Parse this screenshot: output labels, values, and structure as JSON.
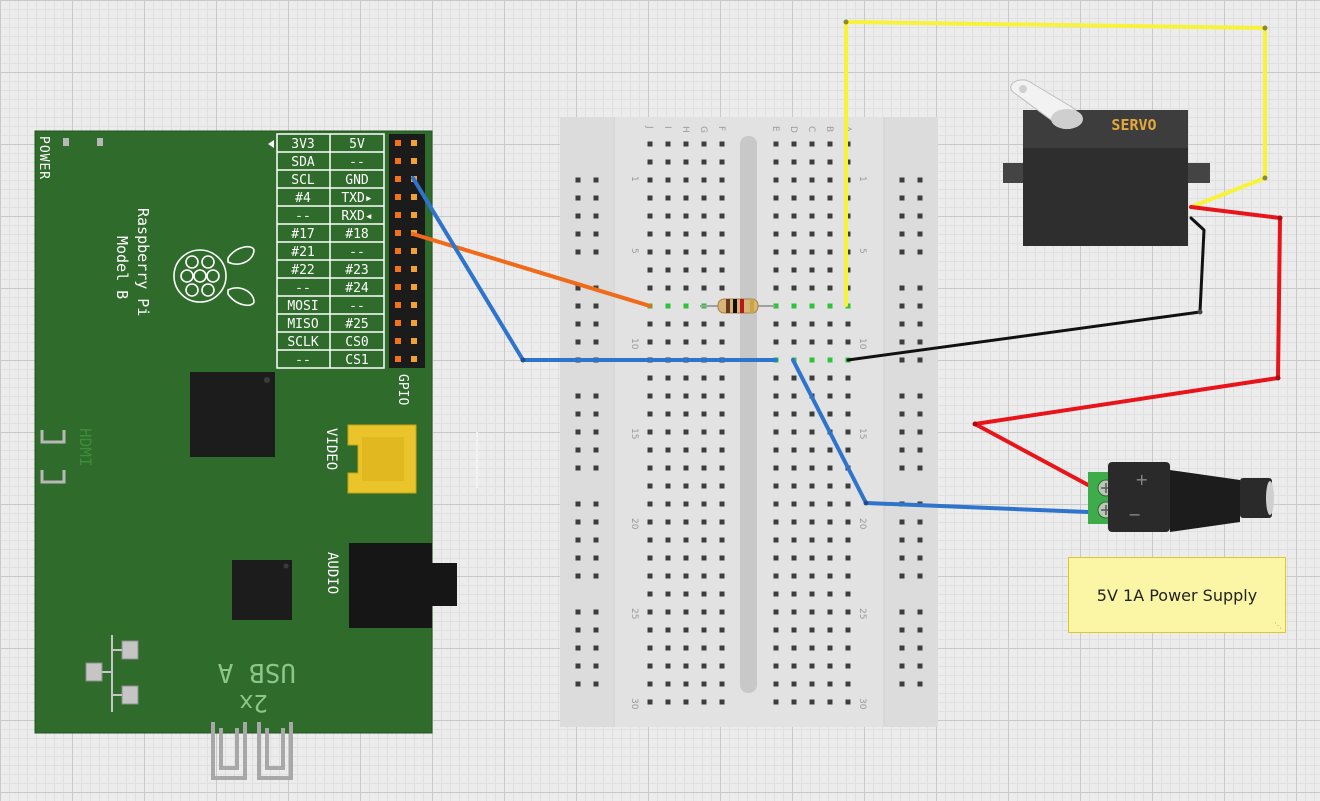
{
  "pi": {
    "name_line1": "Raspberry Pi",
    "name_line2": "Model B",
    "power_label": "POWER",
    "hdmi_label": "HDMI",
    "video_label": "VIDEO",
    "audio_label": "AUDIO",
    "usb_label_line1": "USB A",
    "usb_label_line2": "2x",
    "gpio_label": "GPIO",
    "gpio_pins": [
      [
        "3V3",
        "5V"
      ],
      [
        "SDA",
        "--"
      ],
      [
        "SCL",
        "GND"
      ],
      [
        "#4",
        "TXD▸"
      ],
      [
        "--",
        "RXD◂"
      ],
      [
        "#17",
        "#18"
      ],
      [
        "#21",
        "--"
      ],
      [
        "#22",
        "#23"
      ],
      [
        "--",
        "#24"
      ],
      [
        "MOSI",
        "--"
      ],
      [
        "MISO",
        "#25"
      ],
      [
        "SCLK",
        "CS0"
      ],
      [
        "--",
        "CS1"
      ]
    ]
  },
  "breadboard": {
    "column_letters": [
      "J",
      "I",
      "H",
      "G",
      "F",
      "E",
      "D",
      "C",
      "B",
      "A"
    ],
    "row_numbers": [
      "1",
      "5",
      "10",
      "15",
      "20",
      "25",
      "30"
    ]
  },
  "servo": {
    "label": "SERVO"
  },
  "power_jack": {
    "plus": "+",
    "minus": "−"
  },
  "note": {
    "text": "5V 1A Power Supply"
  },
  "colors": {
    "pi_board": "#2f6b2b",
    "wire_blue": "#2f74cc",
    "wire_orange": "#f06a19",
    "wire_yellow": "#f7f23a",
    "wire_red": "#e8141a",
    "wire_black": "#111111",
    "video_connector": "#e9c42b"
  }
}
